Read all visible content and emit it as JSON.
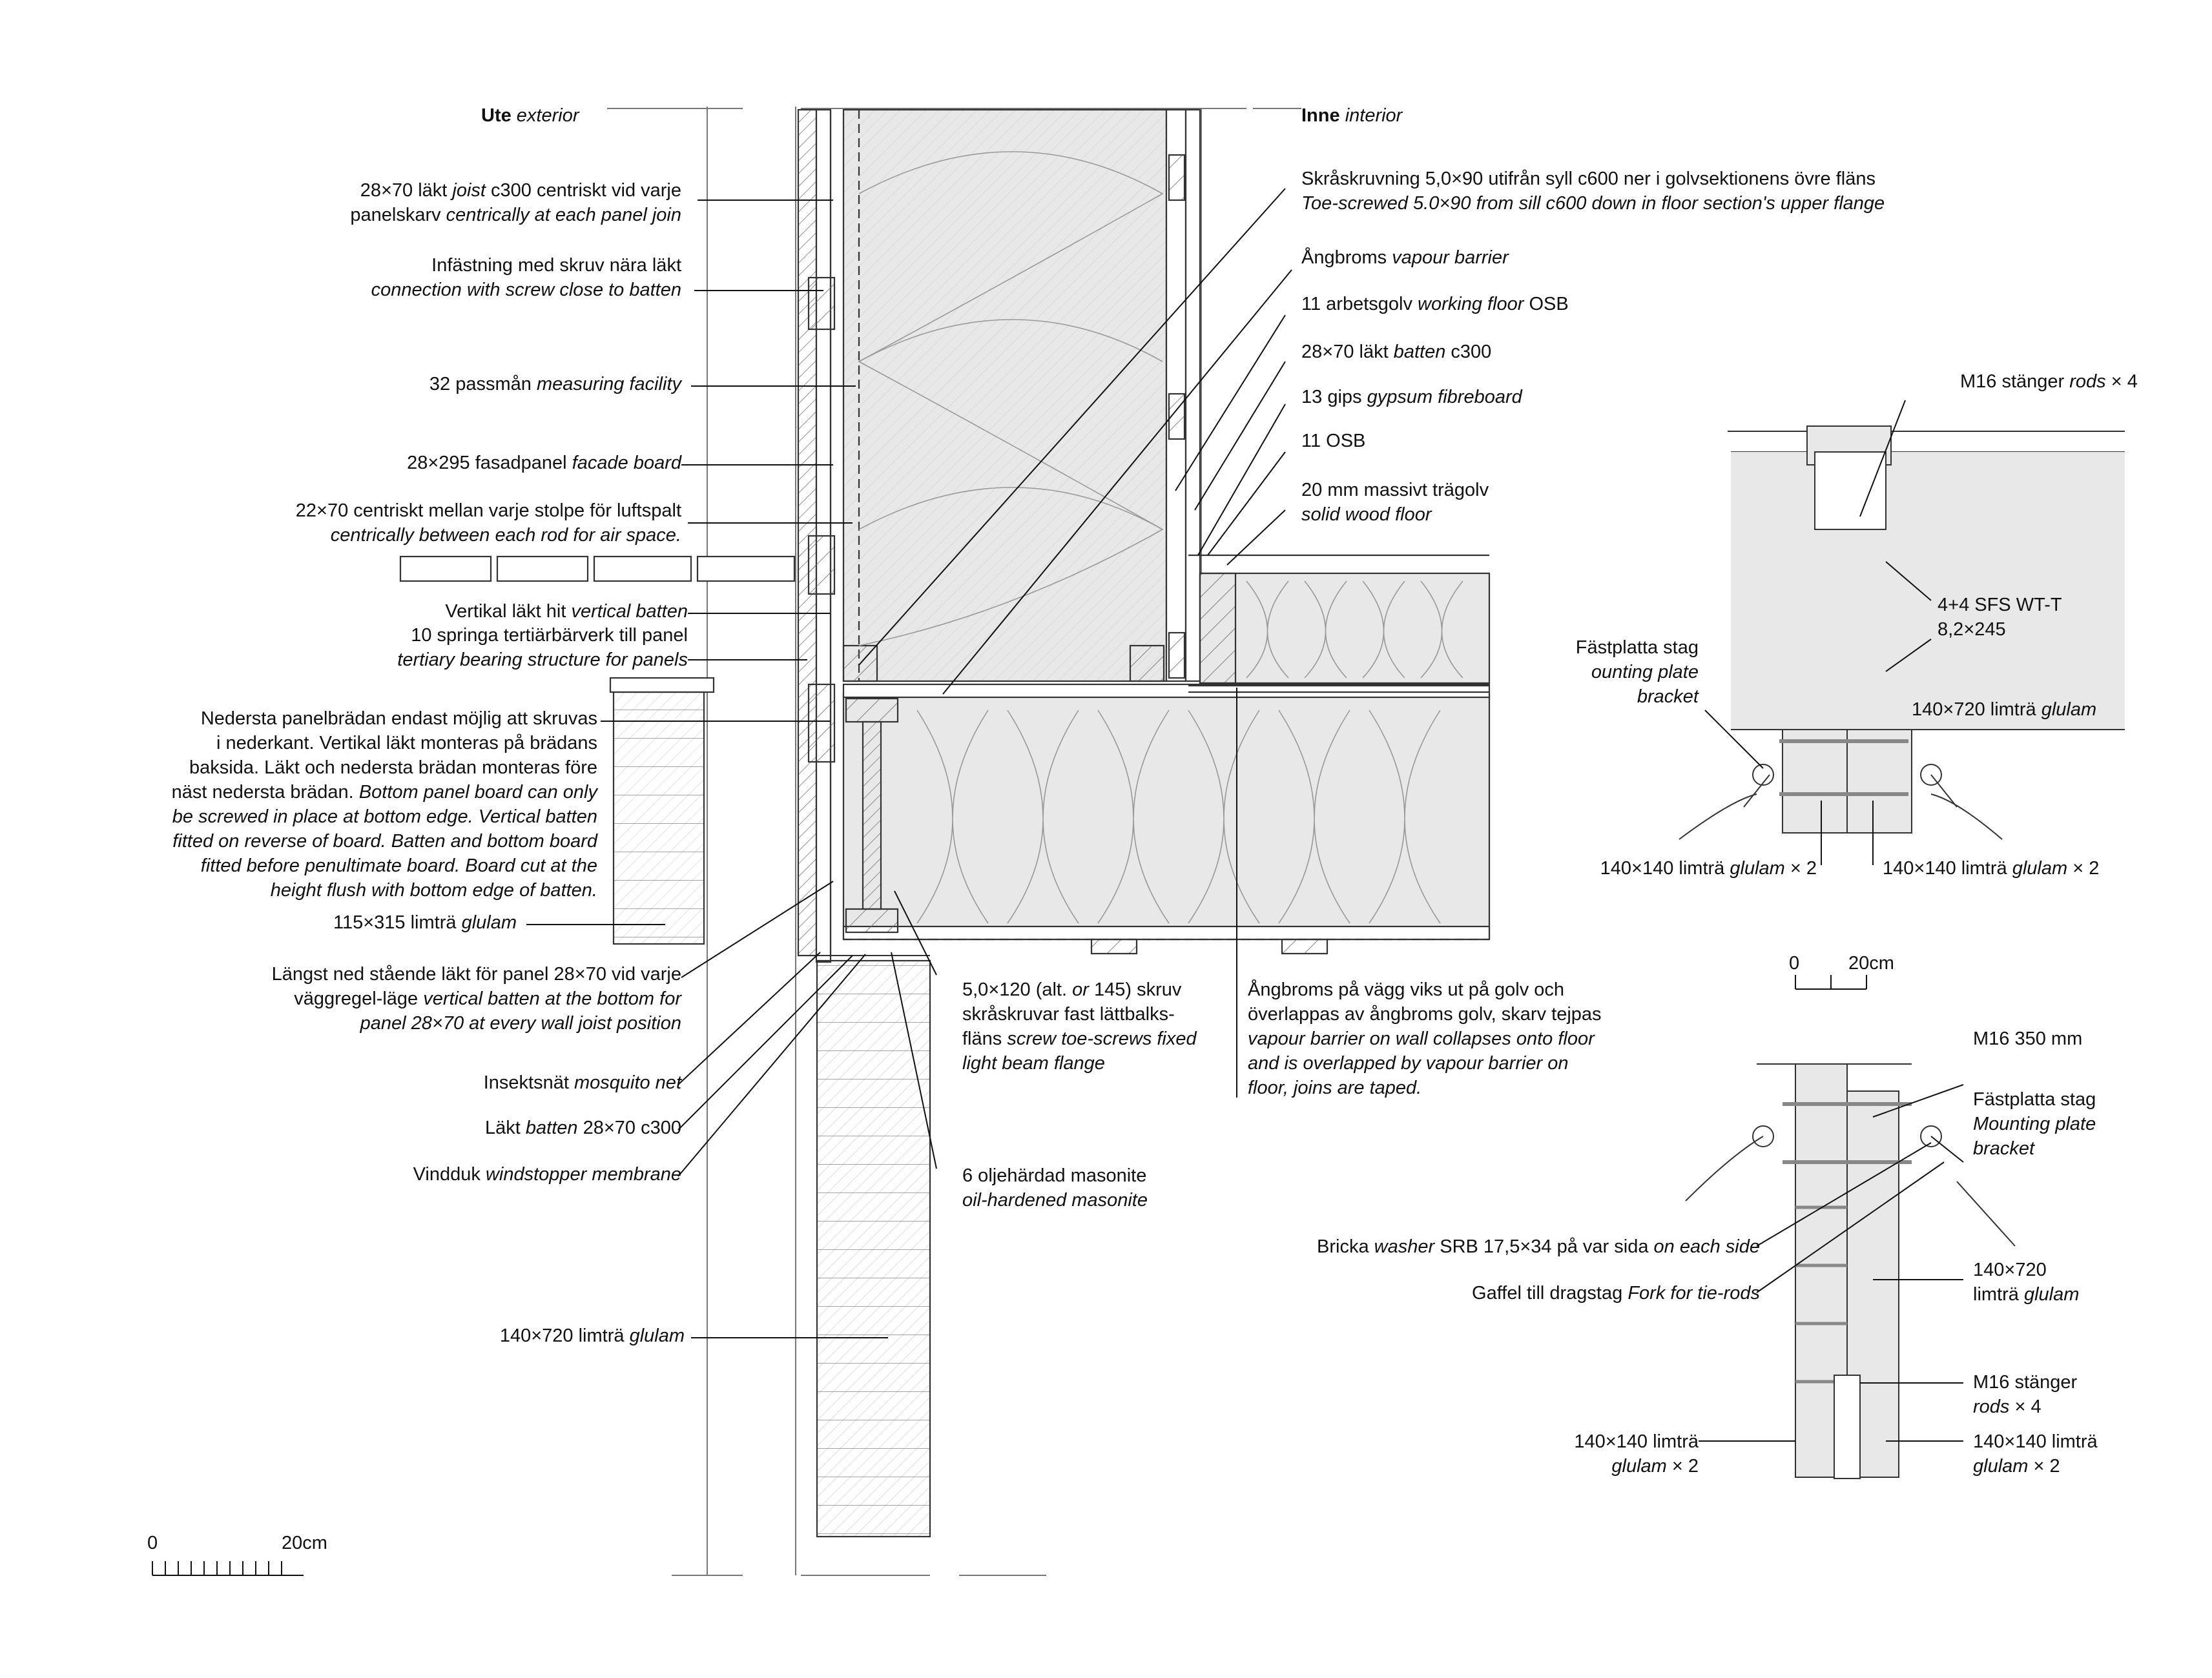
{
  "headers": {
    "exterior": {
      "a": "Ute",
      "b": "exterior"
    },
    "interior": {
      "a": "Inne",
      "b": "interior"
    }
  },
  "left_labels": [
    {
      "a": "28×70 läkt",
      "b": "joist",
      "c": " c300 centriskt vid varje",
      "d": "panelskarv",
      "e": "centrically at each panel join"
    },
    {
      "a": "Infästning med skruv nära läkt",
      "e": "connection with screw close to batten"
    },
    {
      "a": "32 passmån",
      "b": "measuring facility"
    },
    {
      "a": "28×295 fasadpanel",
      "b": "facade board"
    },
    {
      "a": "22×70 centriskt mellan varje stolpe för luftspalt",
      "e": "centrically between each rod for air space."
    },
    {
      "a": "Vertikal läkt hit",
      "b": "vertical batten"
    },
    {
      "a": "10 springa tertiärbärverk till panel",
      "e": "tertiary bearing structure for panels"
    },
    {
      "a": "115×315 limträ",
      "b": "glulam"
    },
    {
      "a": "Insektsnät",
      "b": "mosquito net"
    },
    {
      "a": "Läkt",
      "b": "batten",
      "c": " 28×70 c300"
    },
    {
      "a": "Vindduk",
      "b": "windstopper membrane"
    },
    {
      "a": "140×720 limträ",
      "b": "glulam"
    }
  ],
  "bottom_board_note": {
    "lines": [
      "Nedersta panelbrädan endast möjlig att skruvas",
      "i nederkant. Vertikal läkt monteras på brädans",
      "baksida. Läkt och nedersta brädan monteras före",
      "näst nedersta brädan."
    ],
    "italic_lines": [
      "Bottom panel board can only",
      "be screwed in place at bottom edge. Vertical batten",
      "fitted on reverse of board. Batten and bottom board",
      "fitted before penultimate board. Board cut at the",
      "height flush with bottom edge of batten."
    ]
  },
  "lowest_batten_note": {
    "l1a": "Längst ned stående läkt för panel 28×70 vid varje",
    "l2a": "väggregel-läge",
    "l2b": "vertical batten at the bottom for",
    "l3": "panel 28×70 at every wall joist position"
  },
  "right_labels": [
    {
      "a": "Skråskruvning 5,0×90 utifrån syll c600 ner i golvsektionens övre fläns",
      "e": "Toe-screwed 5.0×90 from sill c600 down in floor section's upper flange"
    },
    {
      "a": "Ångbroms",
      "b": "vapour barrier"
    },
    {
      "a": "11 arbetsgolv",
      "b": "working floor",
      "c": " OSB"
    },
    {
      "a": "28×70 läkt",
      "b": "batten",
      "c": " c300"
    },
    {
      "a": "13 gips",
      "b": "gypsum fibreboard"
    },
    {
      "a": "11 OSB"
    },
    {
      "a": "20 mm massivt trägolv",
      "e": "solid wood floor"
    }
  ],
  "screw_note": {
    "l1a": "5,0×120 (alt.",
    "l1b": "or",
    "l1c": " 145) skruv",
    "l2": "skråskruvar fast lättbalks-",
    "l3a": "fläns",
    "l3b": "screw toe-screws fixed",
    "l4": "light beam flange"
  },
  "masonite_note": {
    "a": "6 oljehärdad masonite",
    "e": "oil-hardened masonite"
  },
  "vapour_fold_note": {
    "lines": [
      "Ångbroms på vägg viks ut på golv och",
      "överlappas av ångbroms golv, skarv tejpas"
    ],
    "italic_lines": [
      "vapour barrier on wall collapses onto floor",
      "and is overlapped by vapour barrier on",
      "floor, joins are taped."
    ]
  },
  "detail_top": {
    "rods": {
      "a": "M16 stänger",
      "b": "rods",
      "c": " × 4"
    },
    "sfs": {
      "a": "4+4 SFS WT-T",
      "b": "8,2×245"
    },
    "plate": {
      "a": "Fästplatta stag",
      "b": "ounting plate",
      "c": "bracket"
    },
    "glulam_720": {
      "a": "140×720 limträ",
      "b": "glulam"
    },
    "glulam_140_left": {
      "a": "140×140 limträ",
      "b": "glulam",
      "c": " × 2"
    },
    "glulam_140_right": {
      "a": "140×140 limträ",
      "b": "glulam",
      "c": " × 2"
    }
  },
  "detail_bottom": {
    "m16": {
      "a": "M16 350 mm"
    },
    "plate": {
      "a": "Fästplatta stag",
      "b": "Mounting plate",
      "c": "bracket"
    },
    "washer": {
      "a": "Bricka",
      "b": "washer",
      "c": " SRB 17,5×34 på var sida",
      "d": "on each side"
    },
    "fork": {
      "a": "Gaffel till dragstag",
      "b": "Fork for tie-rods"
    },
    "glulam_720": {
      "a": "140×720",
      "b": "limträ",
      "c": "glulam"
    },
    "rods": {
      "a": "M16 stänger",
      "b": "rods",
      "c": " × 4"
    },
    "glulam_140_left": {
      "a": "140×140 limträ",
      "b": "glulam",
      "c": " × 2"
    },
    "glulam_140_right": {
      "a": "140×140 limträ",
      "b": "glulam",
      "c": " × 2"
    }
  },
  "scales": {
    "main": {
      "zero": "0",
      "end": "20cm"
    },
    "detail": {
      "zero": "0",
      "end": "20cm"
    }
  }
}
